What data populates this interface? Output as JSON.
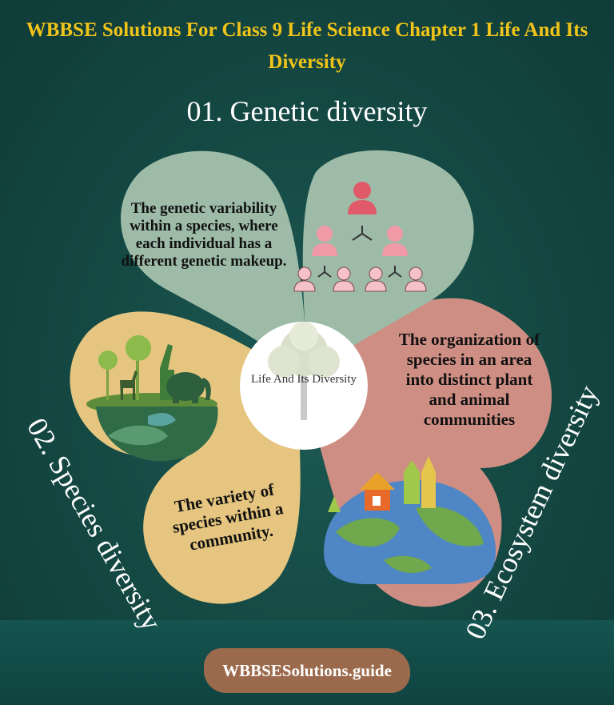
{
  "title": "WBBSE Solutions For Class 9 Life Science Chapter 1 Life And Its Diversity",
  "labels": {
    "genetic": "01. Genetic diversity",
    "species": "02. Species diversity",
    "ecosystem": "03. Ecosystem diversity"
  },
  "petals": {
    "genetic_text": "The genetic variability within a species, where each individual has a different genetic makeup.",
    "ecosystem_text": "The organization of species in an area into distinct plant and animal communities",
    "species_text": "The variety of species within a community."
  },
  "center": {
    "label": "Life And Its Diversity"
  },
  "footer": {
    "site": "WBBSESolutions.guide"
  },
  "colors": {
    "background": "#154a45",
    "title": "#f0c419",
    "petal_green": "#9dbba7",
    "petal_pink": "#cf8e83",
    "petal_yellow": "#e5c57f",
    "footer": "#9b6a4c"
  },
  "icons": [
    "people-hierarchy-icon",
    "wildlife-island-icon",
    "earth-house-icon",
    "tree-icon"
  ]
}
